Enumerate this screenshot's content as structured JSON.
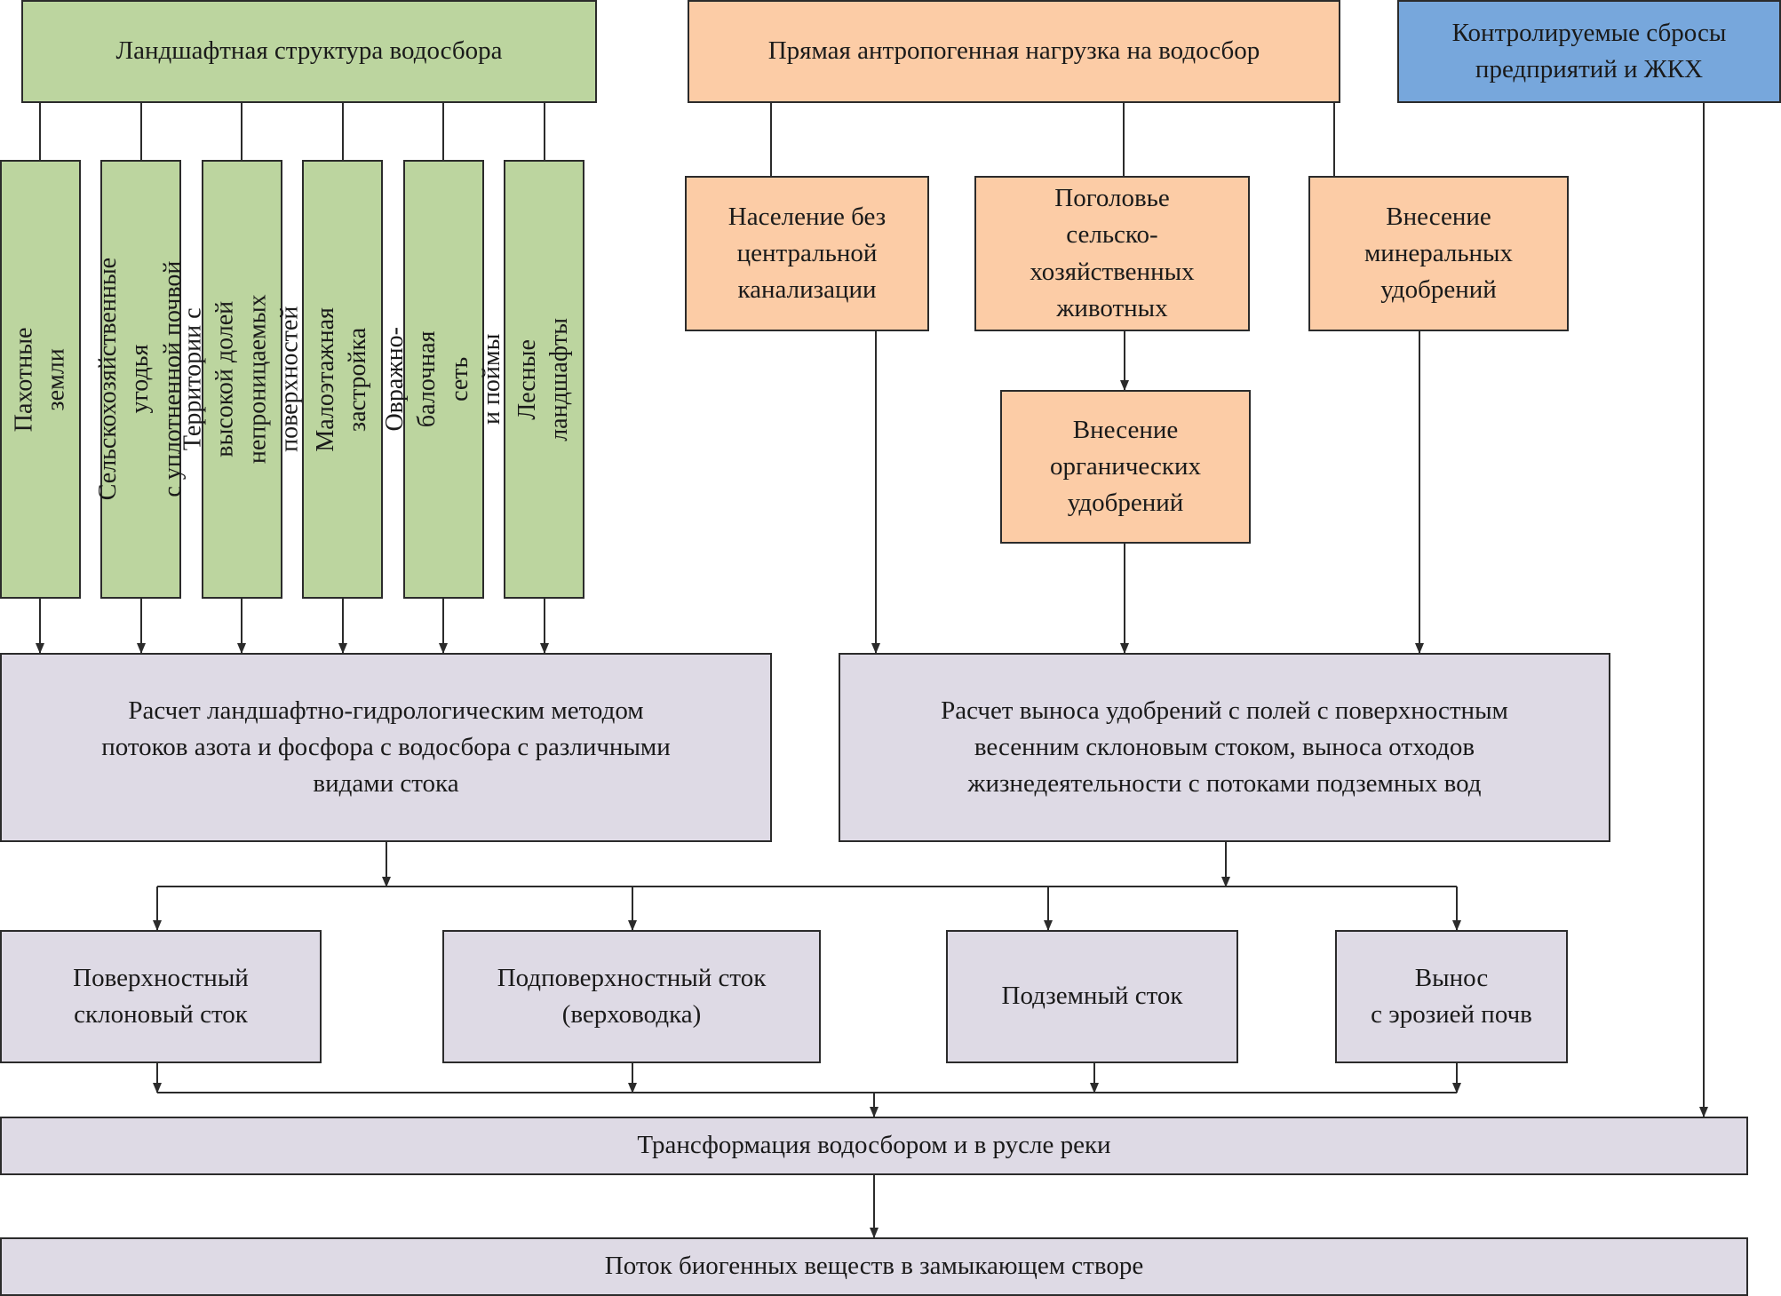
{
  "top": {
    "landscape": "Ландшафтная структура водосбора",
    "anthropogenic": "Прямая антропогенная нагрузка на водосбор",
    "controlled": "Контролируемые сбросы\nпредприятий и ЖКХ"
  },
  "landscape_types": [
    "Пахотные земли",
    "Сельскохозяйственные угодья\nс уплотненной почвой",
    "Территории с высокой долей\nнепроницаемых поверхностей",
    "Малоэтажная застройка",
    "Овражно-балочная сеть\nи поймы",
    "Лесные ландшафты"
  ],
  "anthropogenic_sources": {
    "population": "Население без\nцентральной\nканализации",
    "livestock": "Поголовье\nсельско-\nхозяйственных\nживотных",
    "mineral": "Внесение\nминеральных\nудобрений",
    "organic": "Внесение\nорганических\nудобрений"
  },
  "calculations": {
    "landscape_method": "Расчет ландшафтно-гидрологическим методом\nпотоков азота и фосфора с водосбора с различными\nвидами стока",
    "fertilizer_removal": "Расчет выноса удобрений с полей с поверхностным\nвесенним склоновым стоком, выноса отходов\nжизнедеятельности с потоками подземных вод"
  },
  "runoff_types": [
    "Поверхностный\nсклоновый сток",
    "Подповерхностный сток\n(верховодка)",
    "Подземный сток",
    "Вынос\nс эрозией почв"
  ],
  "transformation": "Трансформация водосбором и в русле реки",
  "output": "Поток биогенных веществ в замыкающем створе"
}
